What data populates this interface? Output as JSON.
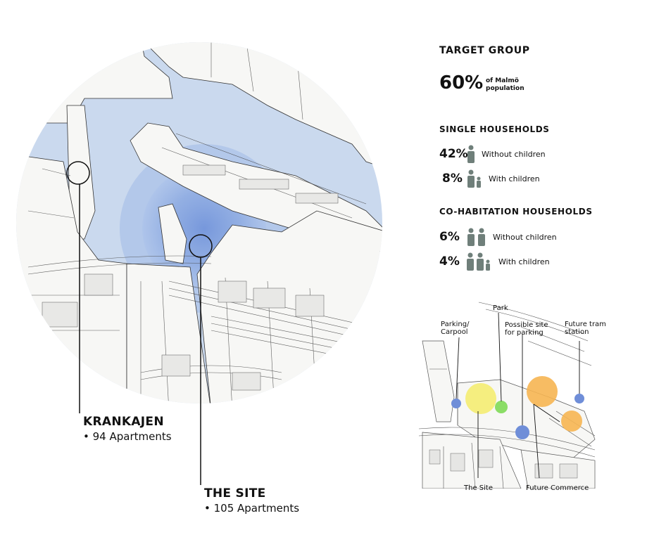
{
  "sites": {
    "krankajen": {
      "name": "KRANKAJEN",
      "units": "• 94 Apartments"
    },
    "the_site": {
      "name": "THE SITE",
      "units": "• 105 Apartments"
    }
  },
  "target_group": {
    "title": "TARGET GROUP",
    "percent": "60%",
    "note_line1": "of Malmö",
    "note_line2": "population"
  },
  "single_households": {
    "title": "SINGLE HOUSEHOLDS",
    "rows": [
      {
        "percent": "42%",
        "label": "Without children",
        "icon": "single-adult-icon"
      },
      {
        "percent": "8%",
        "label": "With children",
        "icon": "adult-with-child-icon"
      }
    ]
  },
  "cohabitation_households": {
    "title": "CO-HABITATION HOUSEHOLDS",
    "rows": [
      {
        "percent": "6%",
        "label": "Without children",
        "icon": "two-adults-icon"
      },
      {
        "percent": "4%",
        "label": "With children",
        "icon": "two-adults-with-children-icon"
      }
    ]
  },
  "mini_map": {
    "labels": {
      "park": "Park",
      "parking_carpool": [
        "Parking/",
        "Carpool"
      ],
      "possible_parking": [
        "Possible site",
        "for parking"
      ],
      "future_tram": [
        "Future tram",
        "station"
      ],
      "the_site": "The Site",
      "future_commerce": "Future Commerce"
    },
    "colors": {
      "site": "#f4ec6a",
      "park": "#7ed957",
      "commerce": "#f6b552",
      "parking": "#6f8ed8"
    }
  },
  "colors": {
    "water": "#c9d9ef",
    "focus_circle": "#7f9fdc",
    "ink": "#111111"
  }
}
